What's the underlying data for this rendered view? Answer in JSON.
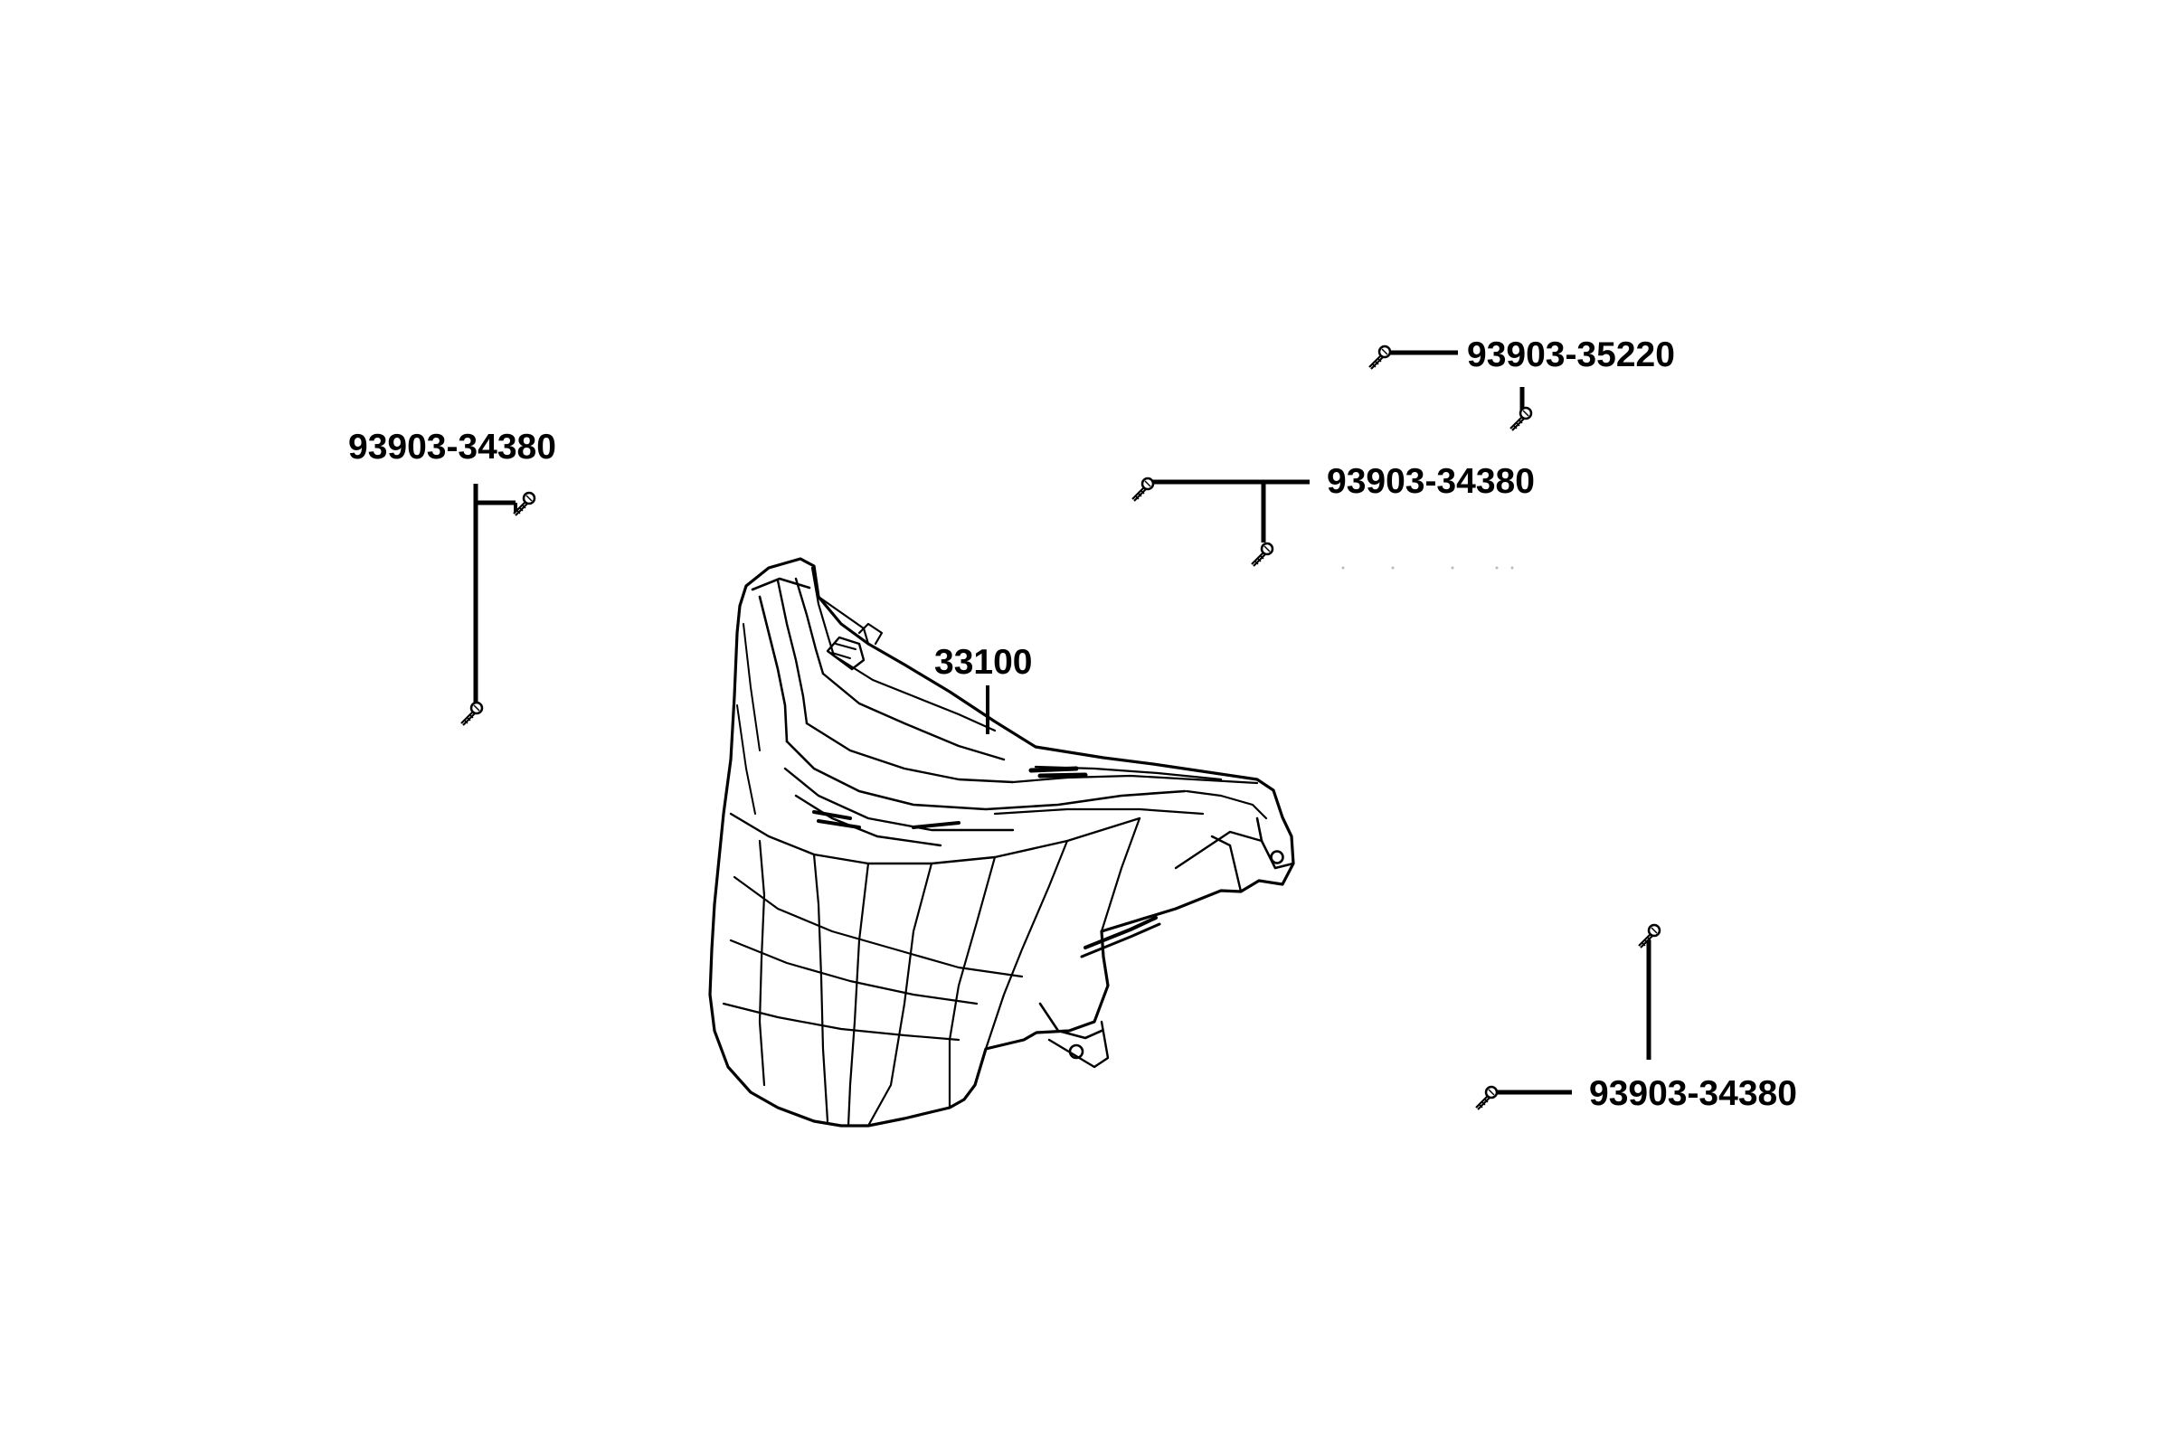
{
  "diagram": {
    "colors": {
      "line": "#000000",
      "background": "#ffffff"
    },
    "labels": {
      "screw_top_left": "93903-34380",
      "screw_top_right_upper": "93903-35220",
      "screw_top_right_mid": "93903-34380",
      "main_part": "33100",
      "screw_bottom_right": "93903-34380"
    }
  }
}
